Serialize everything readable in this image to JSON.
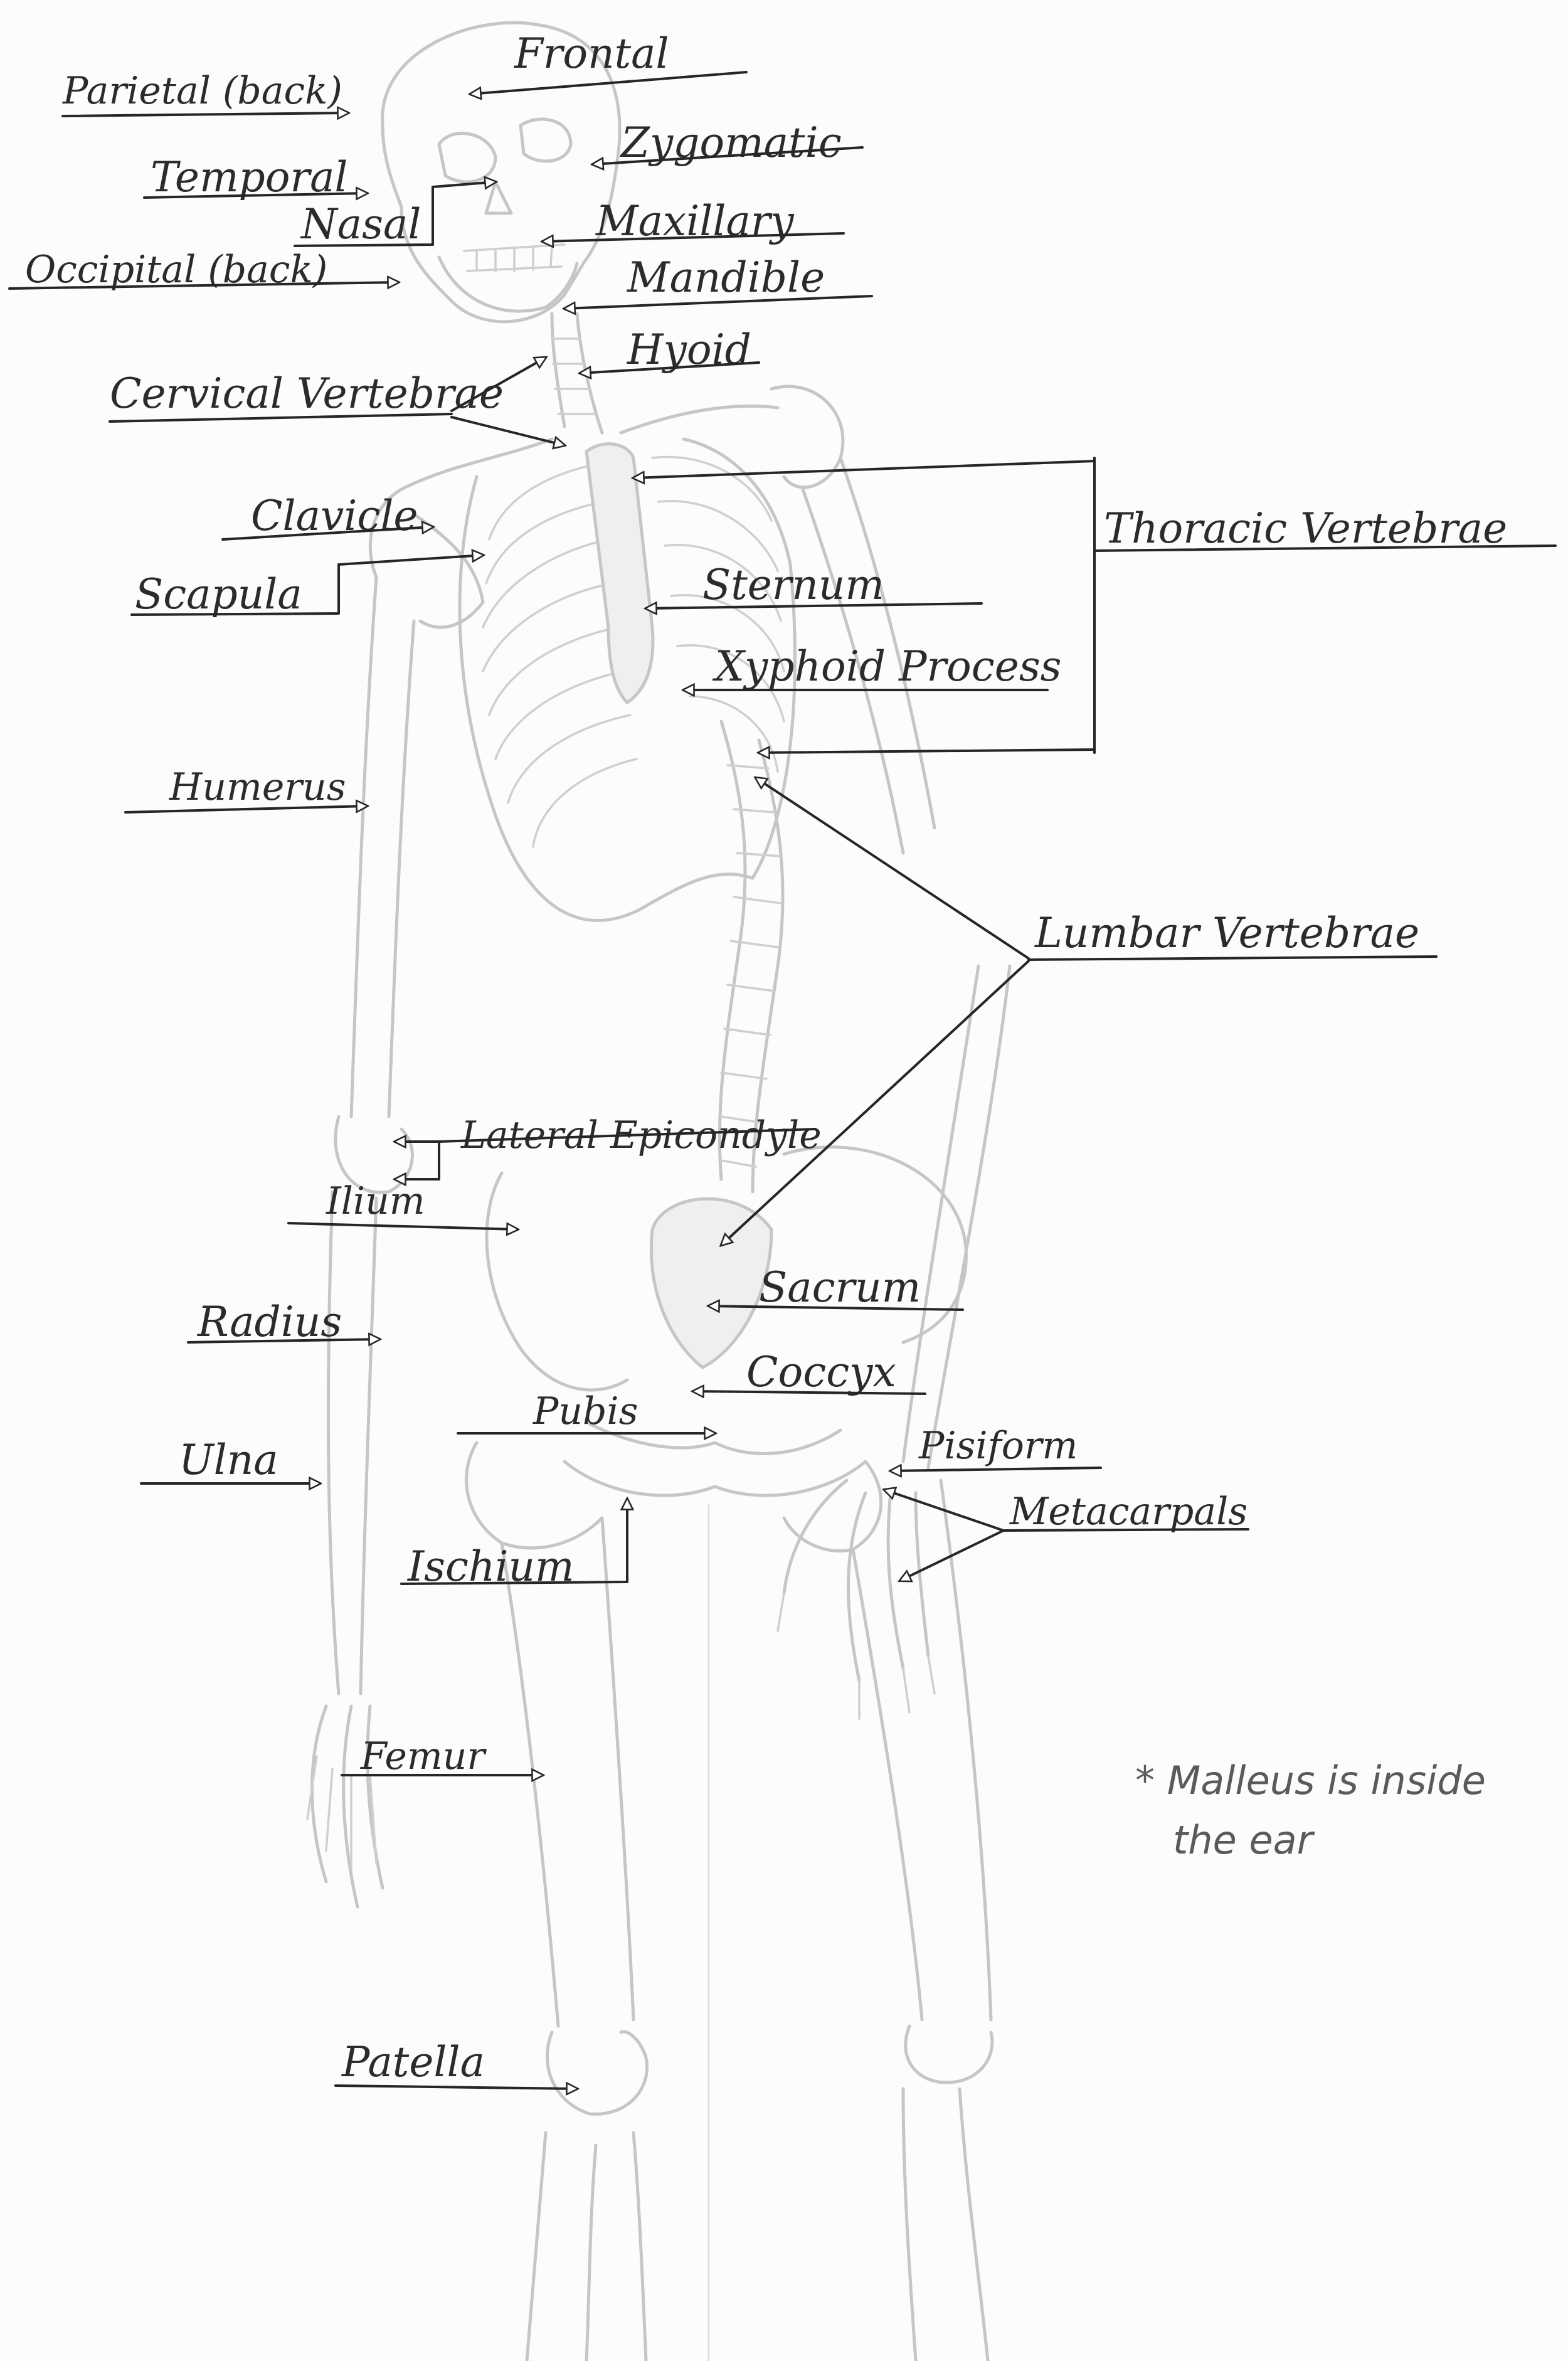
{
  "labels": {
    "frontal": "Frontal",
    "parietal": "Parietal (back)",
    "zygomatic": "Zygomatic",
    "temporal": "Temporal",
    "nasal": "Nasal",
    "maxillary": "Maxillary",
    "occipital": "Occipital (back)",
    "mandible": "Mandible",
    "hyoid": "Hyoid",
    "cervical": "Cervical Vertebrae",
    "thoracic": "Thoracic Vertebrae",
    "clavicle": "Clavicle",
    "scapula": "Scapula",
    "sternum": "Sternum",
    "xyphoid": "Xyphoid Process",
    "humerus": "Humerus",
    "lumbar": "Lumbar Vertebrae",
    "lateral_epicondyle": "Lateral Epicondyle",
    "ilium": "Ilium",
    "sacrum": "Sacrum",
    "radius": "Radius",
    "coccyx": "Coccyx",
    "pubis": "Pubis",
    "pisiform": "Pisiform",
    "ulna": "Ulna",
    "metacarpals": "Metacarpals",
    "ischium": "Ischium",
    "femur": "Femur",
    "patella": "Patella"
  },
  "note": {
    "line1": "* Malleus is inside",
    "line2": "the ear"
  },
  "colors": {
    "ink": "#262626",
    "pencil": "#c6c6c6",
    "paper": "#fcfcfc"
  }
}
